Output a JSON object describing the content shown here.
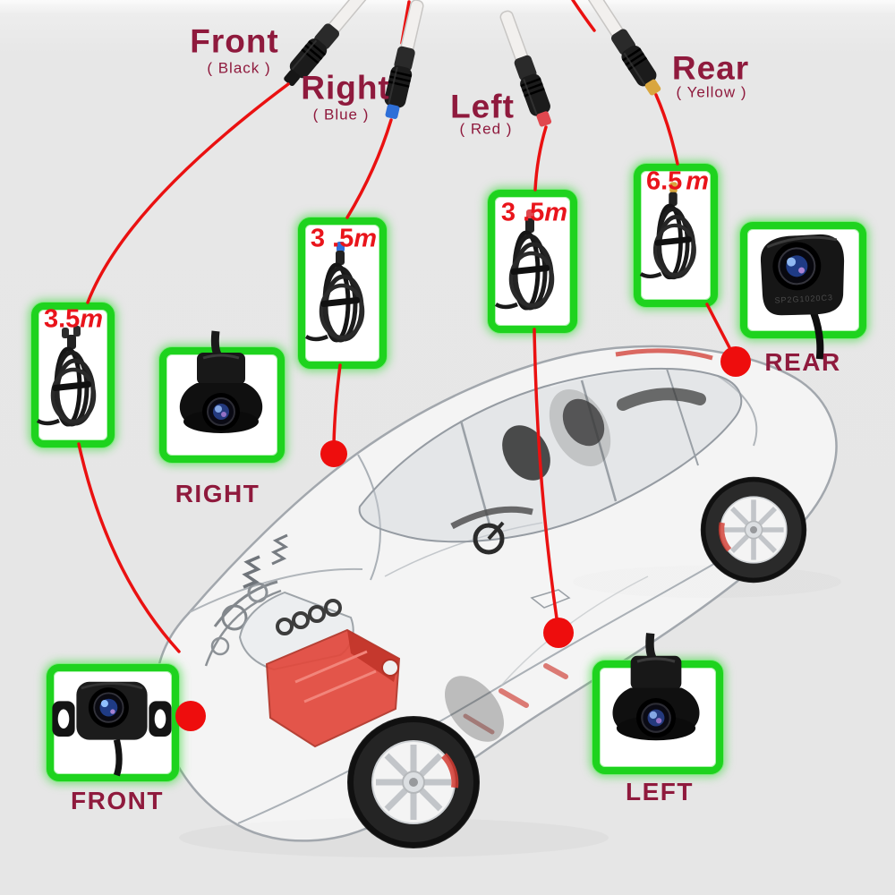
{
  "colors": {
    "background": "#e7e7e7",
    "green_border": "#1ed31e",
    "red_line": "#ea1111",
    "maroon_text": "#8f1a3d",
    "red_text": "#e9141b",
    "tip_black": "#161616",
    "tip_blue": "#2e6fd8",
    "tip_red": "#e0484f",
    "tip_yellow": "#d9a63e"
  },
  "connectors": {
    "front": {
      "name": "Front",
      "color_note": "( Black )"
    },
    "right": {
      "name": "Right",
      "color_note": "( Blue )"
    },
    "left": {
      "name": "Left",
      "color_note": "( Red )"
    },
    "rear": {
      "name": "Rear",
      "color_note": "( Yellow )"
    }
  },
  "cables": {
    "front": {
      "value": "3.5",
      "unit": "m"
    },
    "right": {
      "value": "3 .5",
      "unit": "m"
    },
    "left": {
      "value": "3 .5",
      "unit": "m"
    },
    "rear": {
      "value": "6.5",
      "unit": "m"
    }
  },
  "cameras": {
    "right": {
      "label": "RIGHT"
    },
    "rear": {
      "label": "REAR",
      "body_text": "SP2G1020C3"
    },
    "front": {
      "label": "FRONT"
    },
    "left": {
      "label": "LEFT"
    }
  }
}
